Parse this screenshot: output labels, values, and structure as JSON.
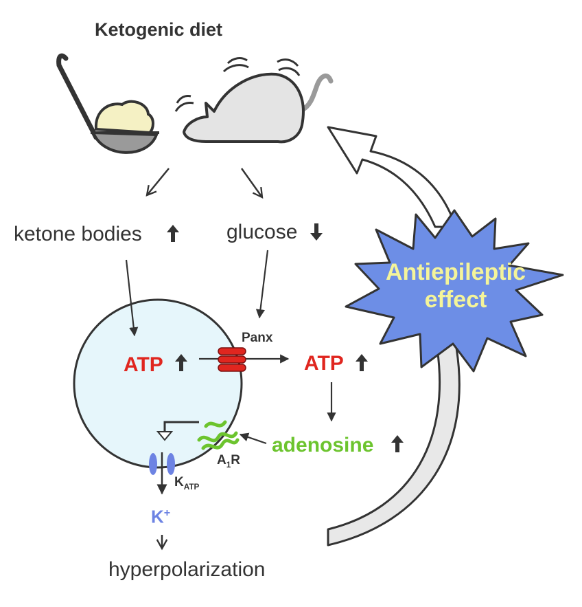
{
  "title": "Ketogenic diet",
  "labels": {
    "ketone_bodies": "ketone bodies",
    "glucose": "glucose",
    "atp_inside": "ATP",
    "atp_outside": "ATP",
    "panx": "Panx",
    "adenosine": "adenosine",
    "a1r_main": "A",
    "a1r_sub": "1",
    "a1r_end": "R",
    "katp_main": "K",
    "katp_sub": "ATP",
    "kplus_main": "K",
    "kplus_sup": "+",
    "hyperpolarization": "hyperpolarization",
    "effect_line1": "Antiepileptic",
    "effect_line2": "effect"
  },
  "icons": {
    "mouse": "mouse-icon",
    "ladle": "ladle-with-food-icon",
    "channel_panx": "pannexin-channel-icon",
    "receptor": "a1-receptor-icon",
    "channel_katp": "katp-channel-icon"
  },
  "colors": {
    "atp": "#e0261f",
    "adenosine": "#6cc42e",
    "kplus": "#6d83e3",
    "cell_fill": "#e6f6fb",
    "burst_fill": "#6d8ee6",
    "burst_text": "#f4f49a",
    "dark": "#333333"
  }
}
